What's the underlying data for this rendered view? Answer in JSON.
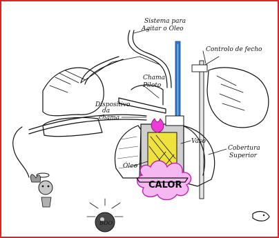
{
  "labels": {
    "stirring_system_line1": "Sistema para",
    "stirring_system_line2": "Agitar o Óleo",
    "shutter_control": "Controlo de fecho",
    "pilot_flame_line1": "Chama",
    "pilot_flame_line2": "Piloto",
    "flame_device_line1": "Dispositivo",
    "flame_device_line2": "da",
    "flame_device_line3": "chama",
    "cup": "Vaso",
    "top_cover_line1": "Cobertura",
    "top_cover_line2": "Superior",
    "oil": "Óleo",
    "heat": "CALOR",
    "boom": "BOO"
  },
  "colors": {
    "frame_border": "#e52020",
    "thermometer": "#3a78c8",
    "oil_fill": "#f0e23c",
    "flame_pink": "#ee3bd6",
    "heat_cloud": "#f5b8f0",
    "heat_outline": "#c020b0",
    "hands": "#8a8a8a"
  }
}
